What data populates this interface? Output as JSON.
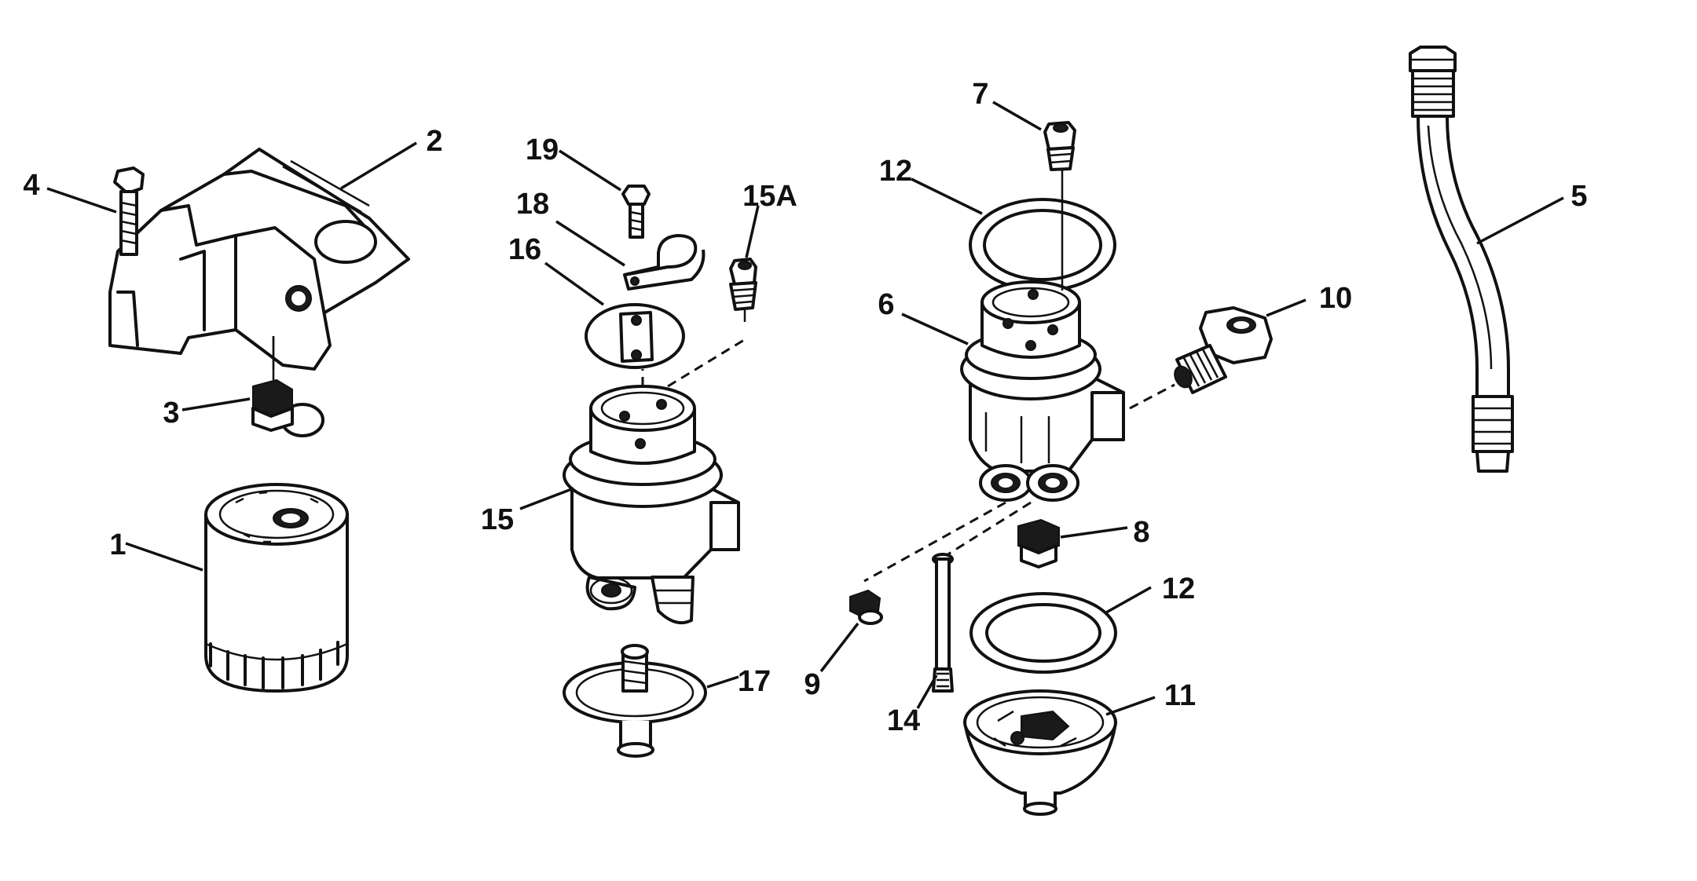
{
  "diagram": {
    "callouts": {
      "c1": "1",
      "c2": "2",
      "c3": "3",
      "c4": "4",
      "c5": "5",
      "c6": "6",
      "c7": "7",
      "c8": "8",
      "c9": "9",
      "c10": "10",
      "c11": "11",
      "c12a": "12",
      "c12b": "12",
      "c14": "14",
      "c15": "15",
      "c15a": "15A",
      "c16": "16",
      "c17": "17",
      "c18": "18",
      "c19": "19"
    },
    "parts": [
      {
        "id": "oil-filter",
        "icon": "oil-filter-icon"
      },
      {
        "id": "filter-adapter",
        "icon": "filter-adapter-icon"
      },
      {
        "id": "drain-plug",
        "icon": "plug-icon"
      },
      {
        "id": "bolt",
        "icon": "bolt-icon"
      },
      {
        "id": "oil-line",
        "icon": "hose-icon"
      },
      {
        "id": "remote-adapter-housing",
        "icon": "housing-icon"
      },
      {
        "id": "fitting",
        "icon": "fitting-icon"
      },
      {
        "id": "plug",
        "icon": "plug-icon"
      },
      {
        "id": "plug-small",
        "icon": "plug-icon"
      },
      {
        "id": "elbow-fitting",
        "icon": "elbow-icon"
      },
      {
        "id": "adapter-plate",
        "icon": "plate-icon"
      },
      {
        "id": "seal-ring",
        "icon": "o-ring-icon"
      },
      {
        "id": "long-bolt",
        "icon": "bolt-icon"
      },
      {
        "id": "adapter-housing",
        "icon": "housing-icon"
      },
      {
        "id": "fitting-15a",
        "icon": "fitting-icon"
      },
      {
        "id": "gasket",
        "icon": "gasket-icon"
      },
      {
        "id": "threaded-plate",
        "icon": "plate-icon"
      },
      {
        "id": "clamp",
        "icon": "clamp-icon"
      },
      {
        "id": "screw",
        "icon": "bolt-icon"
      }
    ]
  }
}
